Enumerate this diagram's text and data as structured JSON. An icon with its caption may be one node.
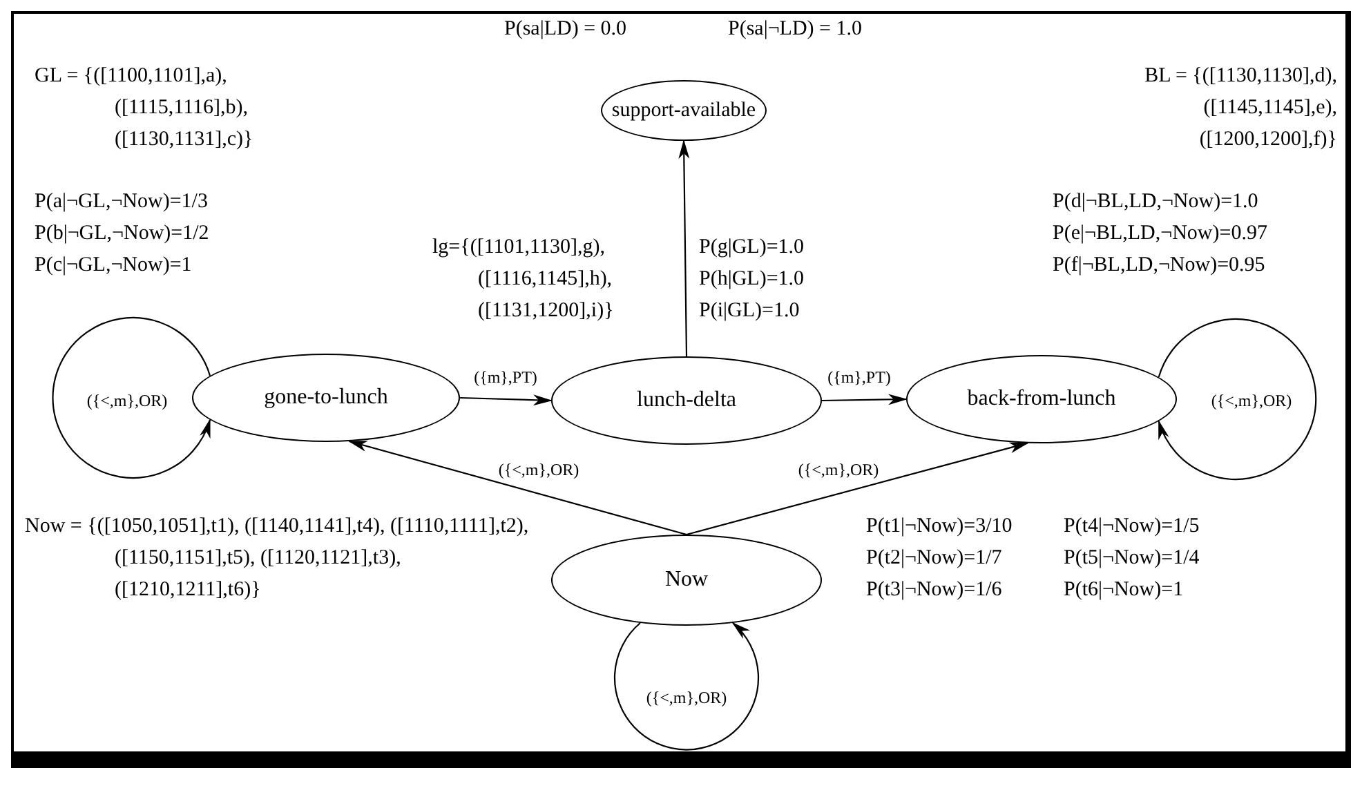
{
  "diagram": {
    "nodes": [
      {
        "text": [
          "support-available"
        ]
      },
      {
        "text": [
          "gone-to-lunch"
        ]
      },
      {
        "text": [
          "lunch-delta"
        ]
      },
      {
        "text": [
          "back-from-lunch"
        ]
      },
      {
        "text": [
          "Now"
        ]
      }
    ],
    "edges": [
      {
        "from": 2,
        "to": 0,
        "arrow": "to"
      },
      {
        "from": 1,
        "to": 2,
        "arrow": "to",
        "label": "({m},PT)"
      },
      {
        "from": 2,
        "to": 3,
        "arrow": "to",
        "label": "({m},PT)"
      },
      {
        "from": 4,
        "to": 1,
        "arrow": "to",
        "label": "({<,m},OR)"
      },
      {
        "from": 4,
        "to": 3,
        "arrow": "to",
        "label": "({<,m},OR)"
      },
      {
        "from": 1,
        "to": 1,
        "arrow": "to",
        "label": "({<,m},OR)"
      },
      {
        "from": 3,
        "to": 3,
        "arrow": "to",
        "label": "({<,m},OR)"
      },
      {
        "from": 4,
        "to": 4,
        "arrow": "to",
        "label": "({<,m},OR)"
      }
    ],
    "labels": [
      "P(sa|LD) = 0.0",
      "P(sa|¬LD) = 1.0",
      "GL = {([1100,1101],a), ([1115,1116],b), ([1130,1131],c)}",
      "BL = {([1130,1130],d), ([1145,1145],e), ([1200,1200],f)}",
      "P(a|¬GL,¬Now)=1/3",
      "P(b|¬GL,¬Now)=1/2",
      "P(c|¬GL,¬Now)=1",
      "P(d|¬BL,LD,¬Now)=1.0",
      "P(e|¬BL,LD,¬Now)=0.97",
      "P(f|¬BL,LD,¬Now)=0.95",
      "lg={([1101,1130],g), ([1116,1145],h), ([1131,1200],i)}",
      "P(g|GL)=1.0",
      "P(h|GL)=1.0",
      "P(i|GL)=1.0",
      "Now = {([1050,1051],t1), ([1140,1141],t4), ([1110,1111],t2), ([1150,1151],t5), ([1120,1121],t3), ([1210,1211],t6)}",
      "P(t1|¬Now)=3/10",
      "P(t4|¬Now)=1/5",
      "P(t2|¬Now)=1/7",
      "P(t5|¬Now)=1/4",
      "P(t3|¬Now)=1/6",
      "P(t6|¬Now)=1"
    ]
  }
}
